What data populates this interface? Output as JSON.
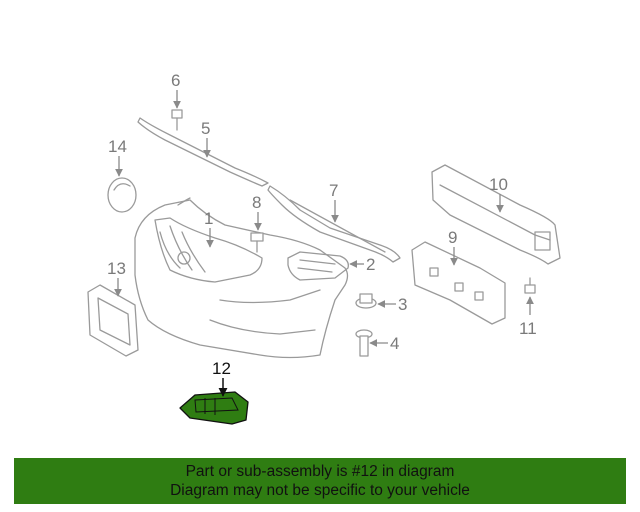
{
  "diagram": {
    "callouts": [
      "1",
      "2",
      "3",
      "4",
      "5",
      "6",
      "7",
      "8",
      "9",
      "10",
      "11",
      "12",
      "13",
      "14"
    ],
    "highlight_color": "#2f7d12"
  },
  "banner": {
    "line1": "Part or sub-assembly is #12 in diagram",
    "line2": "Diagram may not be specific to your vehicle",
    "background": "#2f7d12"
  }
}
